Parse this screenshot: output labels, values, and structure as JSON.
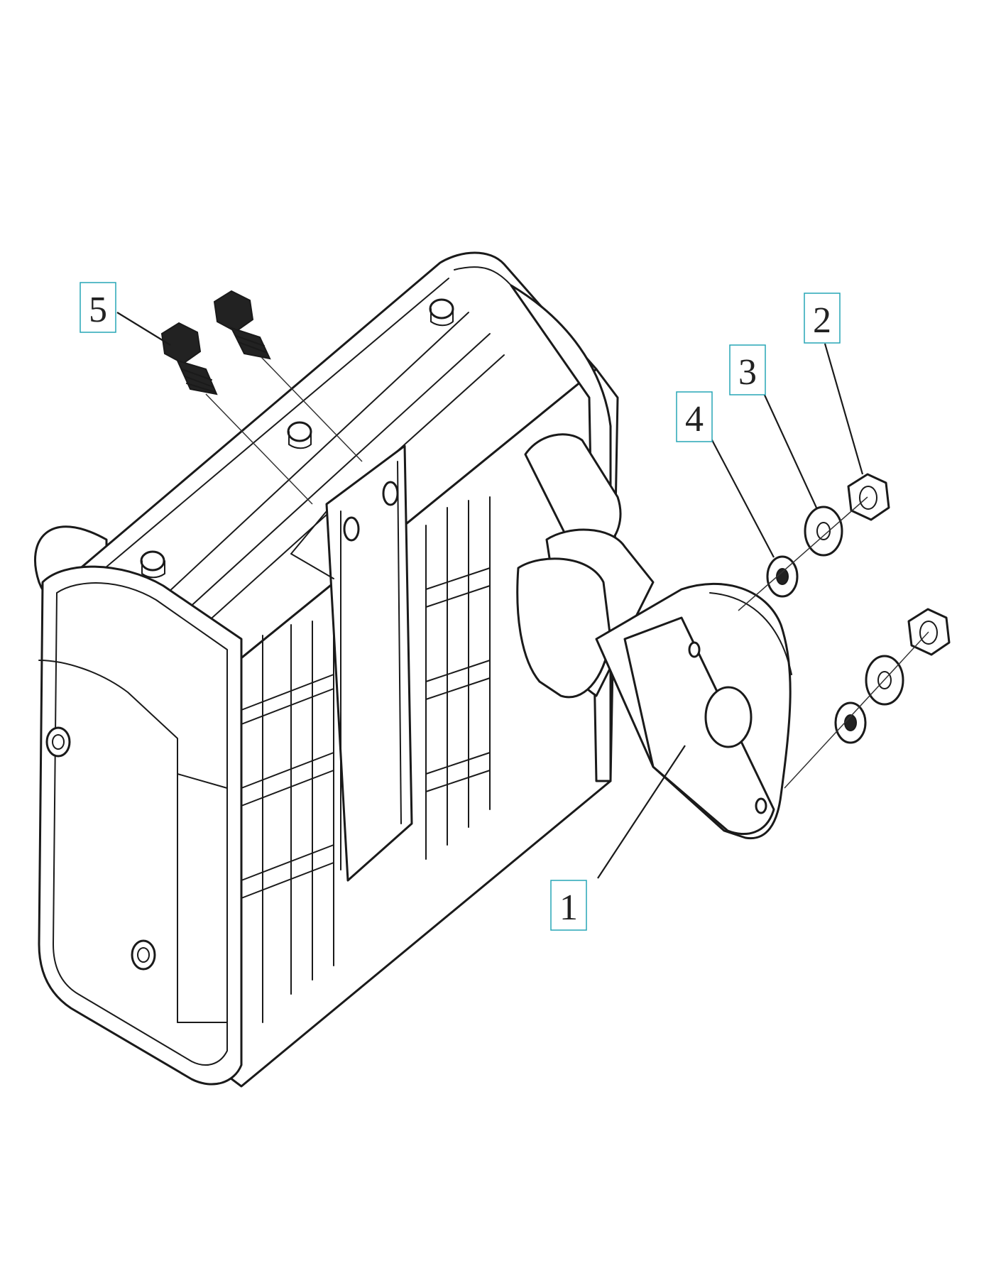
{
  "colors": {
    "line": "#1a1a1a",
    "callout_border": "#26a5b5",
    "background": "#ffffff"
  },
  "callouts": [
    {
      "id": "1",
      "label": "1"
    },
    {
      "id": "2",
      "label": "2"
    },
    {
      "id": "3",
      "label": "3"
    },
    {
      "id": "4",
      "label": "4"
    },
    {
      "id": "5",
      "label": "5"
    }
  ]
}
